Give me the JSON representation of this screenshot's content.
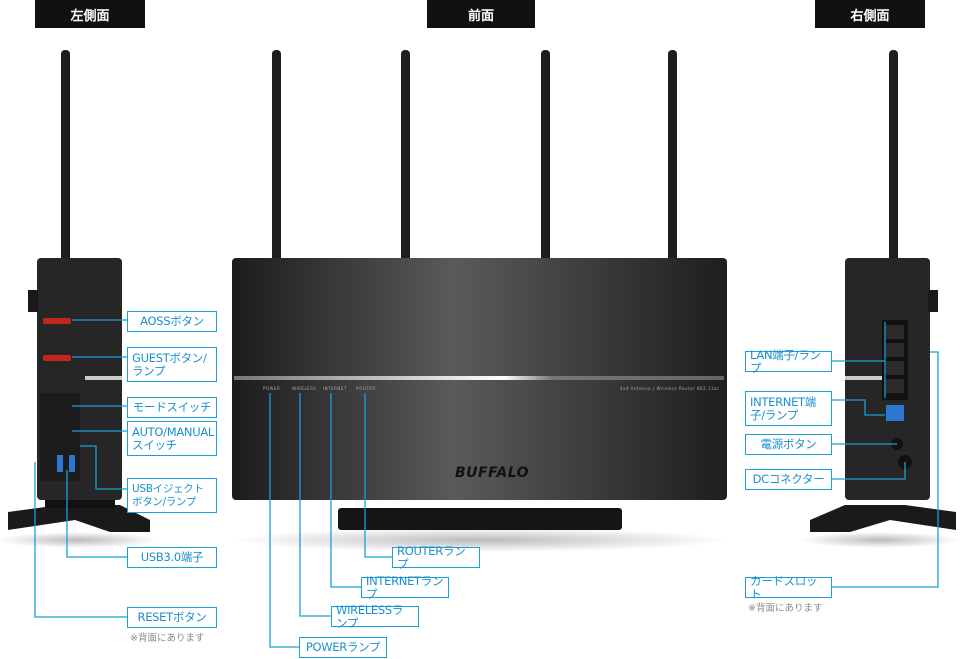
{
  "headers": {
    "left": "左側面",
    "front": "前面",
    "right": "右側面"
  },
  "left_labels": {
    "aoss": "AOSSボタン",
    "guest": "GUESTボタン/ランプ",
    "mode": "モードスイッチ",
    "auto_manual": "AUTO/MANUALスイッチ",
    "usb_eject": "USBイジェクトボタン/ランプ",
    "usb30": "USB3.0端子",
    "reset": "RESETボタン",
    "reset_note": "※背面にあります"
  },
  "front_labels": {
    "router": "ROUTERランプ",
    "internet": "INTERNETランプ",
    "wireless": "WIRELESSランプ",
    "power": "POWERランプ"
  },
  "front_panel": {
    "lamp_power": "POWER",
    "lamp_wireless": "WIRELESS",
    "lamp_internet": "INTERNET",
    "lamp_router": "ROUTER",
    "model_text": "4x4 Antenna | Wireless Router 802.11ac",
    "brand": "BUFFALO"
  },
  "right_labels": {
    "lan": "LAN端子/ランプ",
    "internet_port": "INTERNET端子/ランプ",
    "power_button": "電源ボタン",
    "dc": "DCコネクター",
    "card_slot": "カードスロット",
    "card_note": "※背面にあります"
  },
  "colors": {
    "accent": "#1aa0d8",
    "header_bg": "#111111",
    "device": "#222222",
    "red_button": "#c0271e",
    "usb_blue": "#2a78d0"
  }
}
